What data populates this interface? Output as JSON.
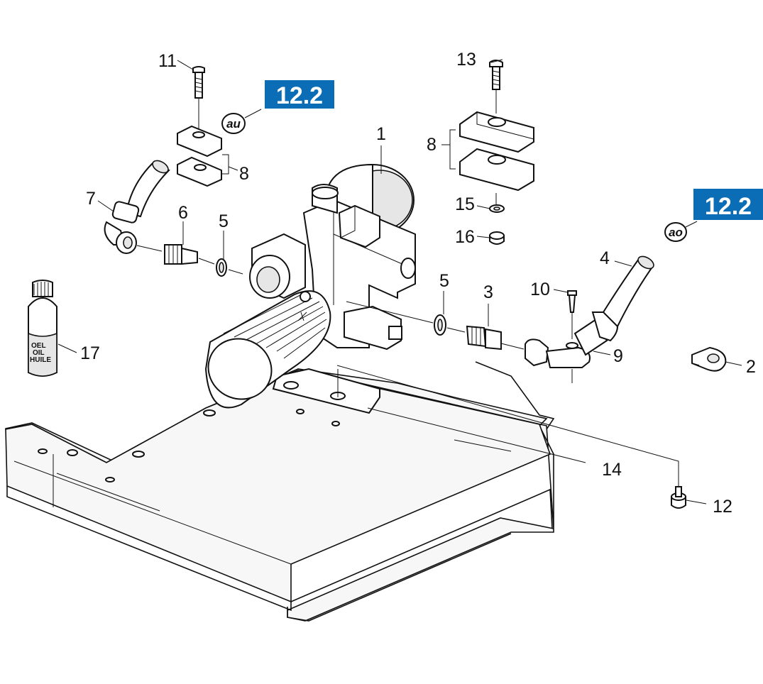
{
  "diagram": {
    "callouts": {
      "c1": "1",
      "c2": "2",
      "c3": "3",
      "c4": "4",
      "c5a": "5",
      "c5b": "5",
      "c6": "6",
      "c7": "7",
      "c8a": "8",
      "c8b": "8",
      "c9": "9",
      "c10": "10",
      "c11": "11",
      "c12": "12",
      "c13": "13",
      "c14": "14",
      "c15": "15",
      "c16": "16",
      "c17": "17"
    },
    "ref_badges": {
      "left": "12.2",
      "right": "12.2"
    },
    "ref_tags": {
      "left": "au",
      "right": "ao"
    },
    "bottle_label": [
      "OEL",
      "OIL",
      "HUILE"
    ],
    "colors": {
      "badge": "#0b6db5",
      "ink": "#111111",
      "paper": "#ffffff"
    }
  }
}
